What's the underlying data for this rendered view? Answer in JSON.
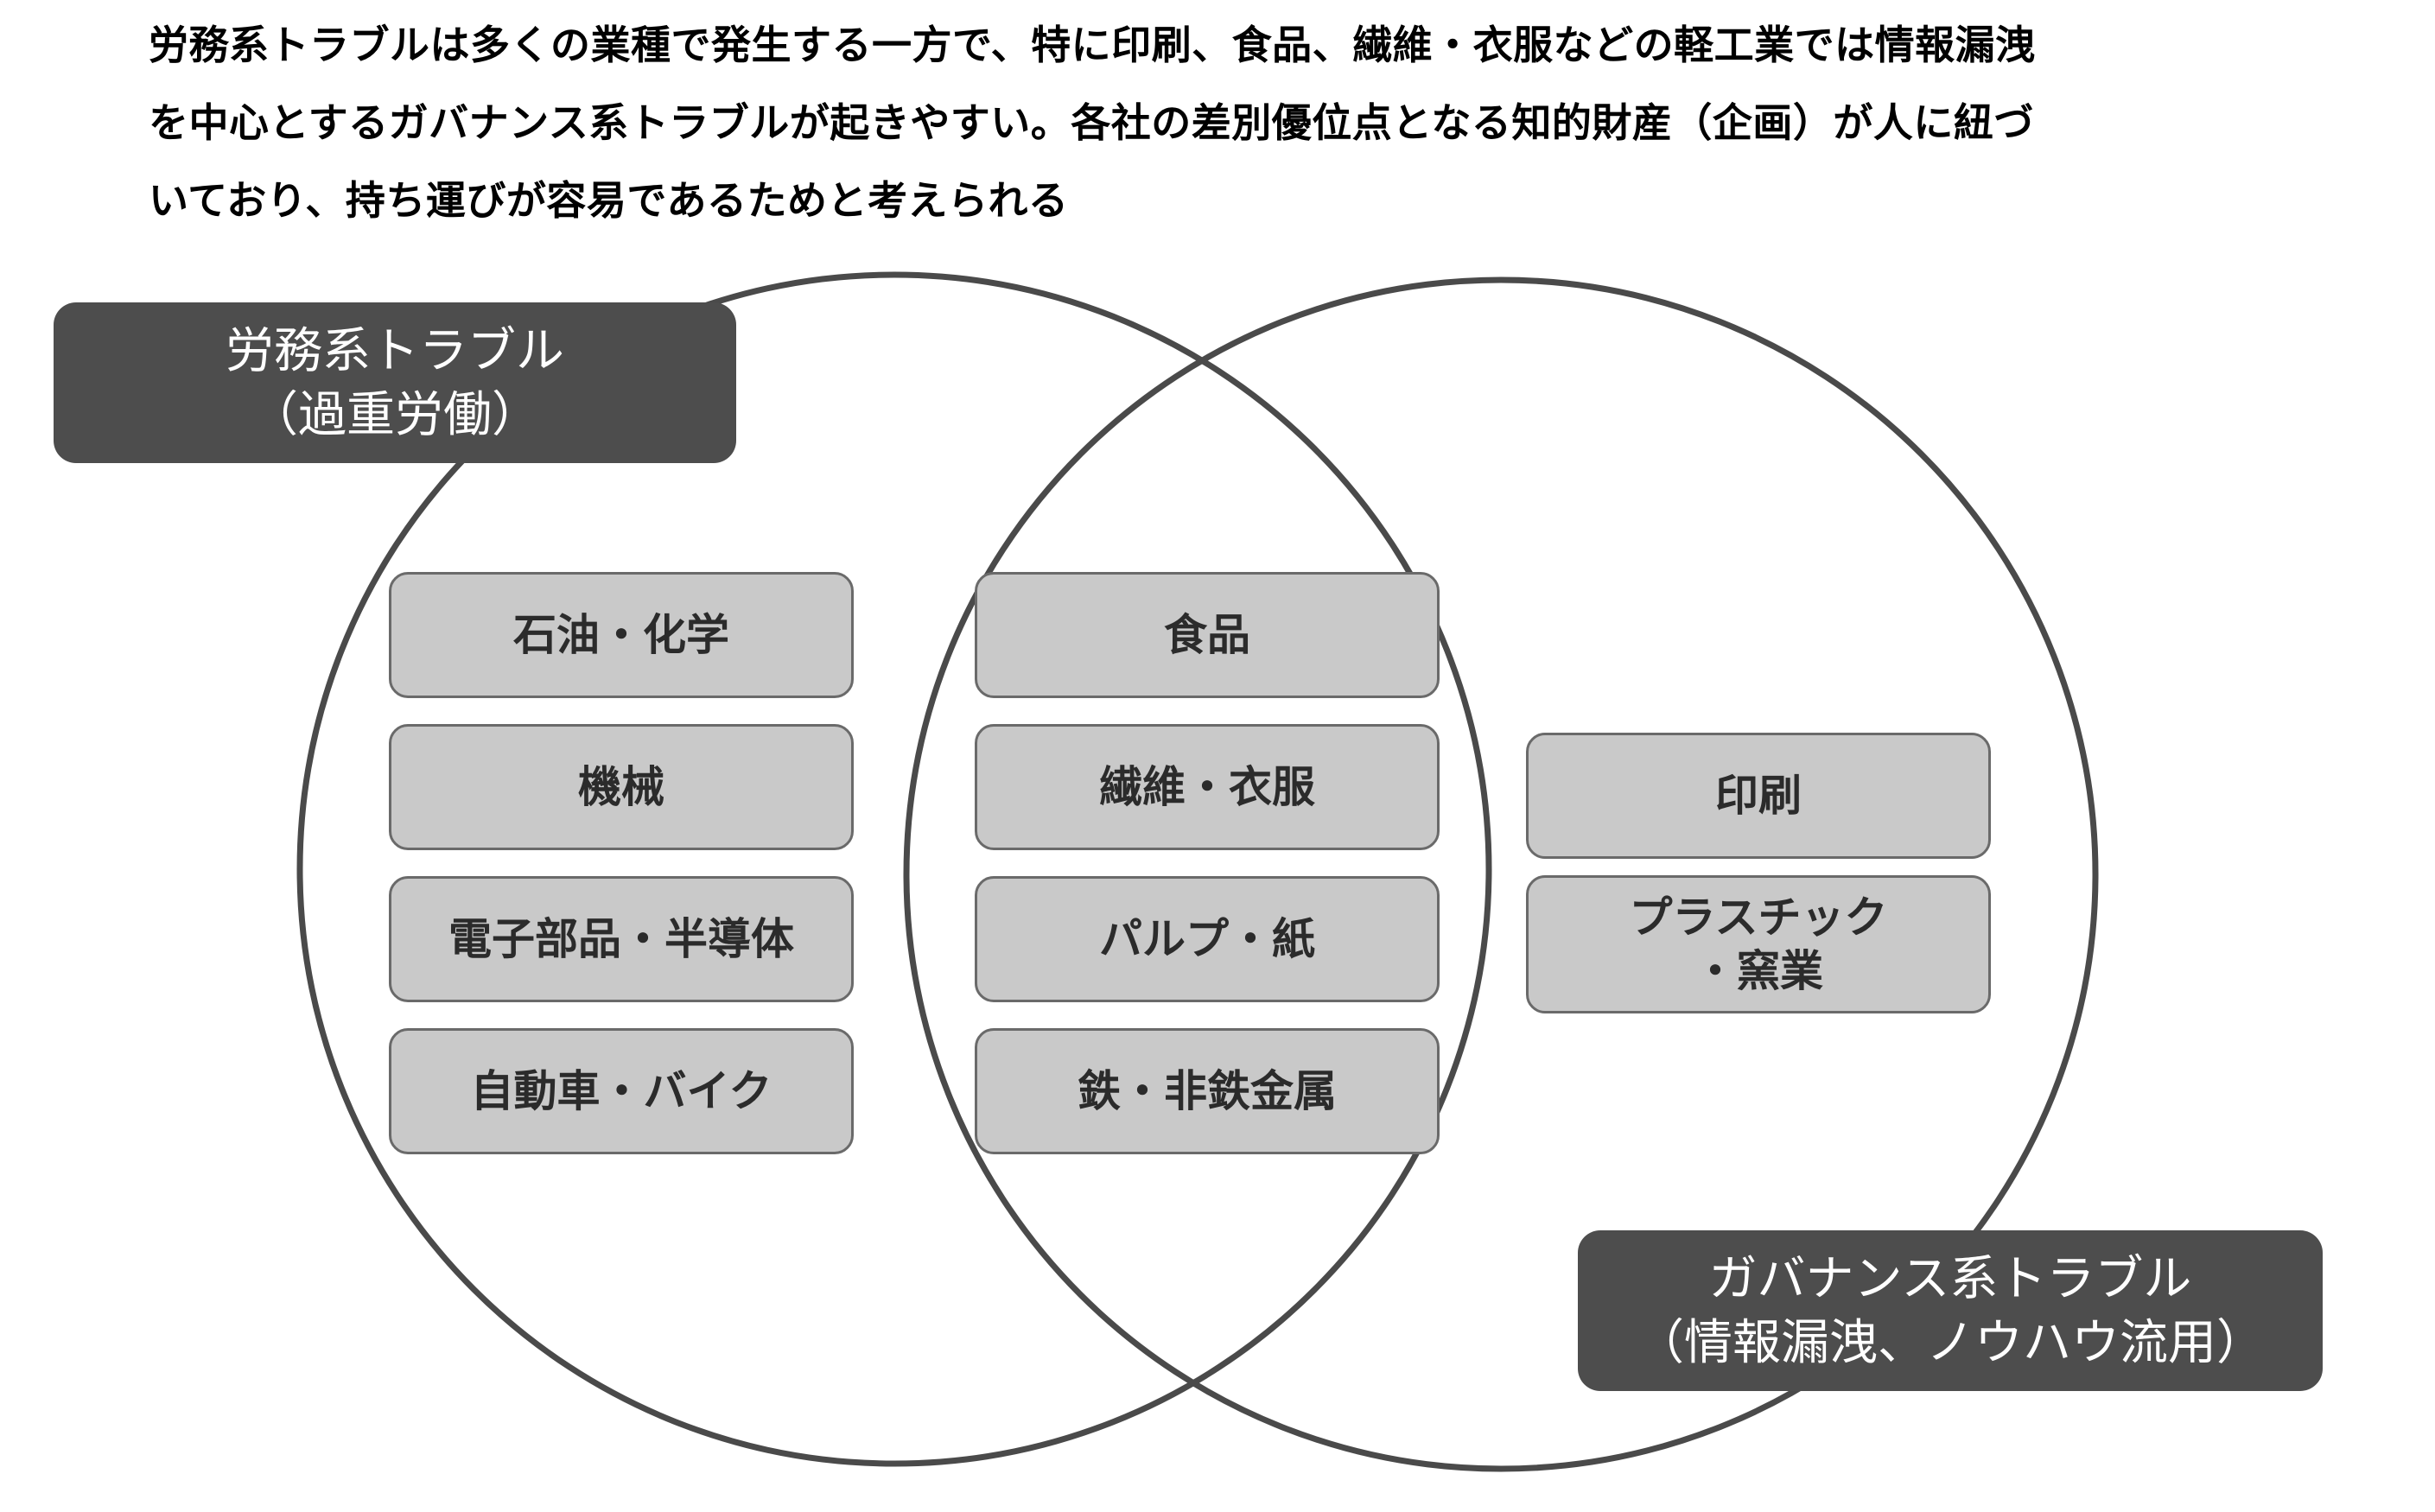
{
  "header": {
    "lines": [
      "労務系トラブルは多くの業種で発生する一方で、特に印刷、食品、繊維・衣服などの軽工業では情報漏洩",
      "を中心とするガバナンス系トラブルが起きやすい。各社の差別優位点となる知的財産（企画）が人に紐づ",
      "いており、持ち運びが容易であるためと考えられる"
    ]
  },
  "colors": {
    "label_fill": "#4d4d4d",
    "label_text": "#ffffff",
    "chip_fill": "#c9c9c9",
    "chip_border": "#6a6a6a",
    "chip_text": "#2b2b2b",
    "circle_stroke": "#4a4a4a",
    "background": "#ffffff"
  },
  "venn": {
    "left_group": {
      "title_line1": "労務系トラブル",
      "title_line2": "（過重労働）"
    },
    "right_group": {
      "title_line1": "ガバナンス系トラブル",
      "title_line2": "（情報漏洩、ノウハウ流用）"
    },
    "left_only_items": [
      {
        "line1": "石油・化学"
      },
      {
        "line1": "機械"
      },
      {
        "line1": "電子部品・半導体"
      },
      {
        "line1": "自動車・バイク"
      }
    ],
    "overlap_items": [
      {
        "line1": "食品"
      },
      {
        "line1": "繊維・衣服"
      },
      {
        "line1": "パルプ・紙"
      },
      {
        "line1": "鉄・非鉄金属"
      }
    ],
    "right_only_items": [
      {
        "line1": "印刷"
      },
      {
        "line1": "プラスチック",
        "line2": "・窯業"
      }
    ]
  }
}
